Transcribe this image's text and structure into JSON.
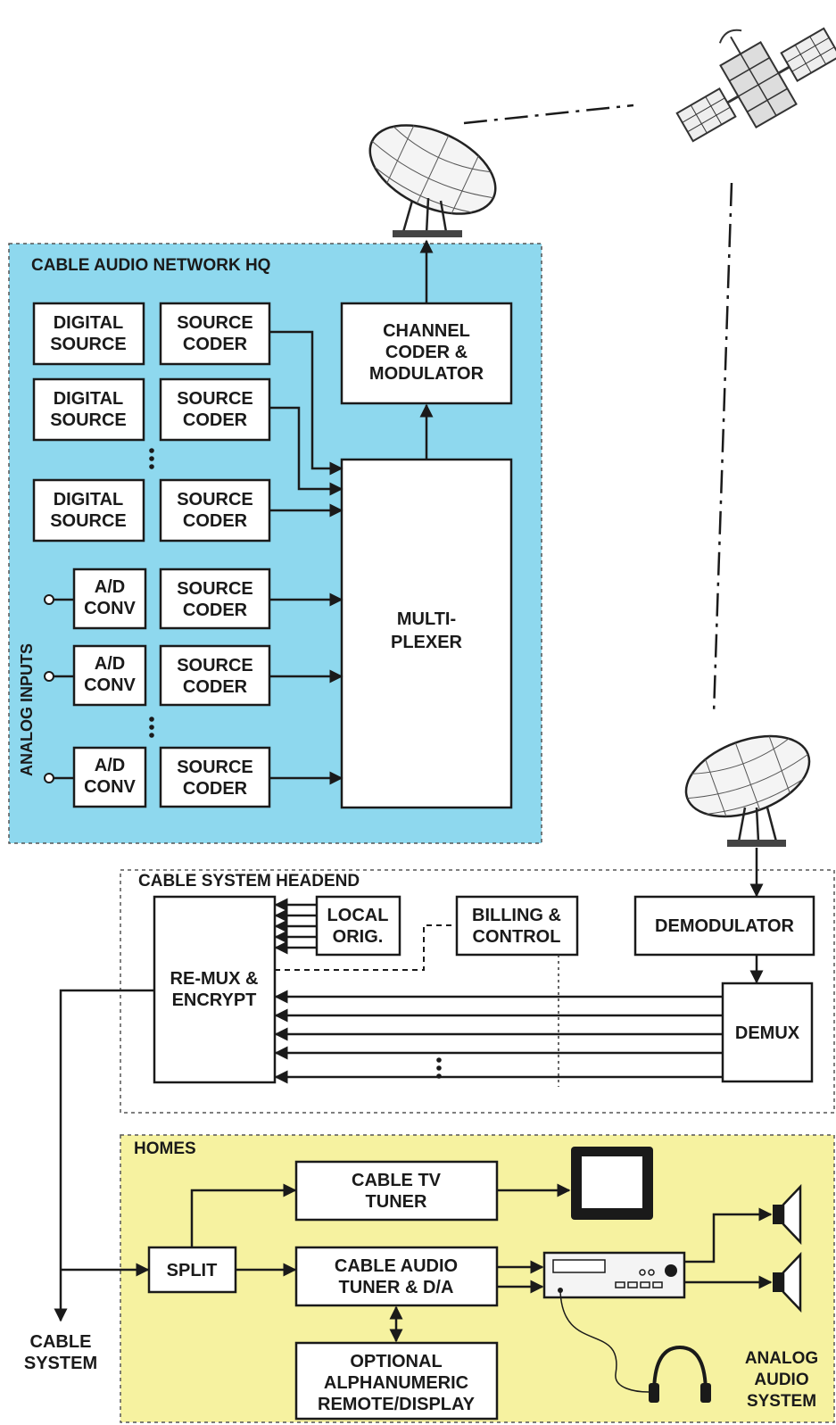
{
  "colors": {
    "hq_bg": "#8ed8ee",
    "homes_bg": "#f6f2a0",
    "line": "#1a1a1a"
  },
  "hq": {
    "title": "CABLE AUDIO NETWORK HQ",
    "analog_inputs": "ANALOG INPUTS",
    "digital_source": [
      "DIGITAL",
      "SOURCE"
    ],
    "source_coder": [
      "SOURCE",
      "CODER"
    ],
    "ad_conv": [
      "A/D",
      "CONV"
    ],
    "channel_coder": [
      "CHANNEL",
      "CODER &",
      "MODULATOR"
    ],
    "multiplexer": [
      "MULTI-",
      "PLEXER"
    ]
  },
  "headend": {
    "title": "CABLE SYSTEM HEADEND",
    "local_orig": [
      "LOCAL",
      "ORIG."
    ],
    "billing": [
      "BILLING &",
      "CONTROL"
    ],
    "demodulator": "DEMODULATOR",
    "remux": [
      "RE-MUX &",
      "ENCRYPT"
    ],
    "demux": "DEMUX"
  },
  "homes": {
    "title": "HOMES",
    "cable_tv_tuner": [
      "CABLE TV",
      "TUNER"
    ],
    "split": "SPLIT",
    "cable_audio_tuner": [
      "CABLE AUDIO",
      "TUNER & D/A"
    ],
    "optional_remote": [
      "OPTIONAL",
      "ALPHANUMERIC",
      "REMOTE/DISPLAY"
    ],
    "analog_audio_system": [
      "ANALOG",
      "AUDIO",
      "SYSTEM"
    ]
  },
  "cable_system": [
    "CABLE",
    "SYSTEM"
  ],
  "icons": [
    "satellite-icon",
    "uplink-dish-icon",
    "downlink-dish-icon",
    "tv-icon",
    "stereo-receiver-icon",
    "speaker-icon",
    "headphones-icon"
  ]
}
